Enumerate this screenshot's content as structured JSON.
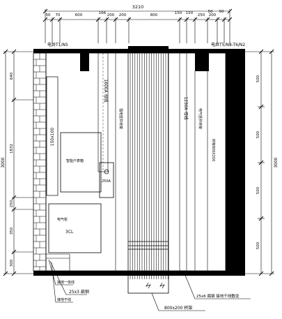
{
  "dimensions": {
    "overall_width": "3210",
    "top_segments": [
      "50",
      "70",
      "600",
      "166",
      "200",
      "200",
      "800",
      "150",
      "150",
      "250",
      "200",
      "50",
      "50"
    ],
    "left_overall": "3000",
    "left_segments": [
      "640",
      "1832",
      "250",
      "350",
      "300"
    ],
    "right_overall": "3000",
    "right_segments": [
      "500",
      "500",
      "500",
      "500"
    ]
  },
  "labels": {
    "room_left": "电井T1/N5",
    "room_right": "电井T5/N8-T6/N2",
    "trunking_150x100": "150x100",
    "busway_1600a": "1600A 母线",
    "busway_1250a": "1250A 母线",
    "cabinet_upper": "智能户表箱",
    "switch_250a": "250A",
    "cabinet_lower": "电气柜",
    "cabinet_lower_code": "3CL",
    "cable_tray_vertical": "强电竖井桥架",
    "cable_tray_vertical_2": "电气竖井桥架",
    "long_busbar": "桥架800X200",
    "flat_steel_left": "25x3 扁钢",
    "ground_label_1": "接地一体线",
    "ground_label_2": "接地干线",
    "tray_size_bottom": "800x200 桥架",
    "flat_steel_right": "25x6 扁钢 接地干线敷设"
  },
  "colors": {
    "line": "#000000",
    "wall_fill": "#000000",
    "background": "#ffffff"
  }
}
